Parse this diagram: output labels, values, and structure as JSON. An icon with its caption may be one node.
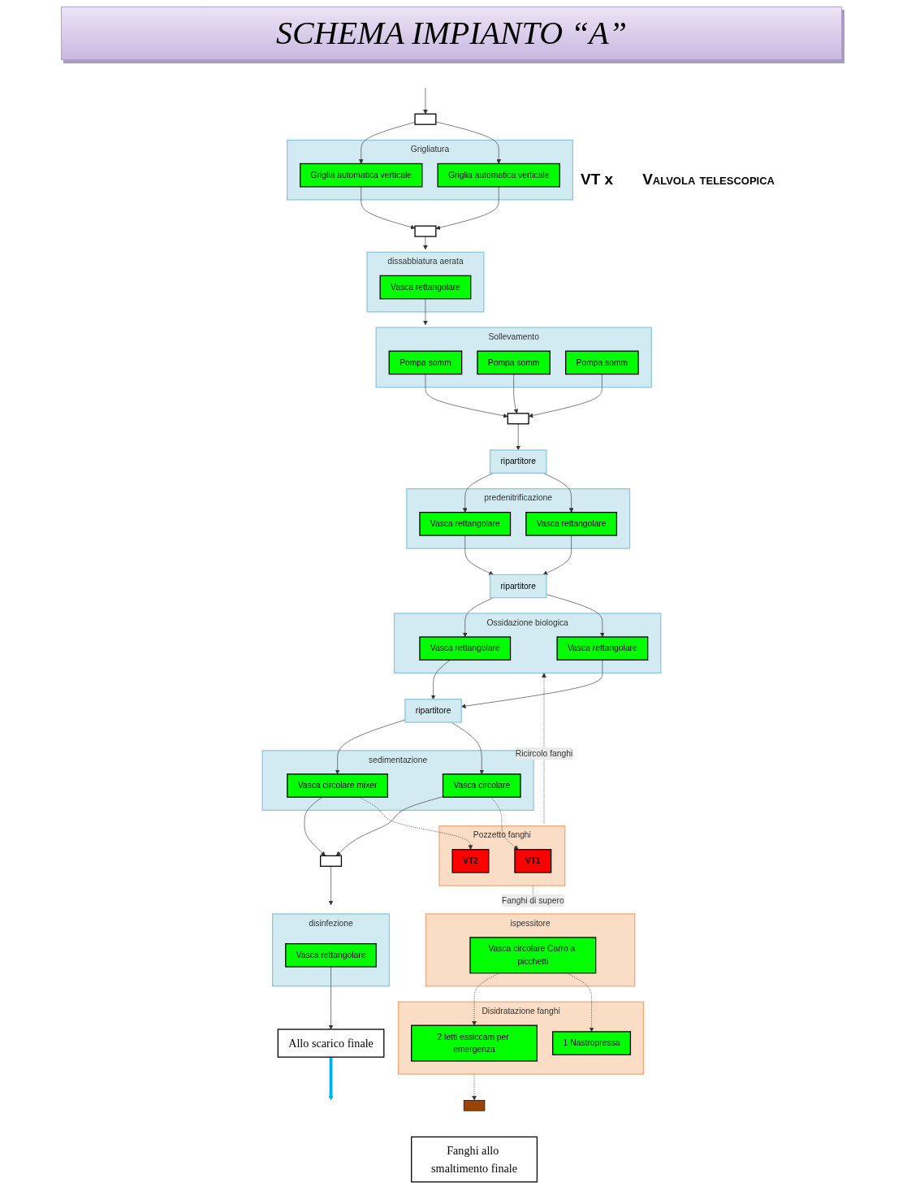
{
  "diagram": {
    "title": "SCHEMA IMPIANTO “A”",
    "nodes": [
      {
        "text": [],
        "shape": "bar"
      },
      {
        "text": [
          "Grigliatura"
        ]
      },
      {
        "text": [
          "Griglia automatica verticale"
        ],
        "in": 1
      },
      {
        "text": [
          "Griglia automatica verticale"
        ],
        "in": 1
      },
      {
        "text": [],
        "shape": "bar"
      },
      {
        "text": [
          "dissabbiatura aerata"
        ]
      },
      {
        "text": [
          "Vasca rettangolare"
        ],
        "in": 5
      },
      {
        "text": [
          "Sollevamento"
        ]
      },
      {
        "text": [
          "Pompa somm"
        ],
        "in": 7
      },
      {
        "text": [
          "Pompa somm"
        ],
        "in": 7
      },
      {
        "text": [
          "Pompa somm"
        ],
        "in": 7
      },
      {
        "text": [],
        "shape": "bar"
      },
      {
        "text": [
          "ripartitore"
        ]
      },
      {
        "text": [
          "predenitrificazione"
        ]
      },
      {
        "text": [
          "Vasca rettangolare"
        ],
        "in": 13
      },
      {
        "text": [
          "Vasca rettangolare"
        ],
        "in": 13
      },
      {
        "text": [
          "ripartitore"
        ]
      },
      {
        "text": [
          "Ossidazione biologica"
        ]
      },
      {
        "text": [
          "Vasca rettangolare"
        ],
        "in": 17
      },
      {
        "text": [
          "Vasca rettangolare"
        ],
        "in": 17
      },
      {
        "text": [
          "ripartitore"
        ]
      },
      {
        "text": [
          "sedimentazione"
        ]
      },
      {
        "text": [
          "Vasca circolare mixer"
        ],
        "in": 21
      },
      {
        "text": [
          "Vasca circolare"
        ],
        "in": 21
      },
      {
        "text": [
          "Pozzetto fanghi"
        ]
      },
      {
        "text": [
          "VT1"
        ],
        "in": 24
      },
      {
        "text": [
          "VT2"
        ],
        "in": 24
      },
      {
        "text": [],
        "shape": "bar"
      },
      {
        "text": [
          "disinfezione"
        ]
      },
      {
        "text": [
          "Vasca rettangolare"
        ],
        "in": 28
      },
      {
        "text": [
          "Allo scarico finale"
        ]
      },
      {
        "text": [
          "ispessitore"
        ]
      },
      {
        "text": [
          "Vasca circolare Carro a picchetti"
        ],
        "in": 31
      },
      {
        "text": [
          "Disidratazione fanghi"
        ]
      },
      {
        "text": [
          "2 letti essiccam per emergenza"
        ],
        "in": 33
      },
      {
        "text": [
          "1 Nastropressa"
        ],
        "in": 33
      },
      {
        "text": [],
        "shape": "box"
      },
      {
        "text": [
          "Fanghi allo smaltimento finale"
        ]
      }
    ],
    "edges": [
      {
        "from": null,
        "to": 0,
        "arrow": "to"
      },
      {
        "from": 0,
        "to": 2,
        "arrow": "to"
      },
      {
        "from": 0,
        "to": 3,
        "arrow": "to"
      },
      {
        "from": 2,
        "to": 4,
        "arrow": "to"
      },
      {
        "from": 3,
        "to": 4,
        "arrow": "to"
      },
      {
        "from": 4,
        "to": 5,
        "arrow": "to"
      },
      {
        "from": 6,
        "to": 7,
        "arrow": "to"
      },
      {
        "from": 8,
        "to": 11,
        "arrow": "to"
      },
      {
        "from": 9,
        "to": 11,
        "arrow": "to"
      },
      {
        "from": 10,
        "to": 11,
        "arrow": "to"
      },
      {
        "from": 11,
        "to": 12,
        "arrow": "to"
      },
      {
        "from": 12,
        "to": 14,
        "arrow": "to"
      },
      {
        "from": 12,
        "to": 15,
        "arrow": "to"
      },
      {
        "from": 14,
        "to": 16,
        "arrow": "to"
      },
      {
        "from": 15,
        "to": 16,
        "arrow": "to"
      },
      {
        "from": 16,
        "to": 18,
        "arrow": "to"
      },
      {
        "from": 16,
        "to": 19,
        "arrow": "to"
      },
      {
        "from": 18,
        "to": 20,
        "arrow": "to"
      },
      {
        "from": 19,
        "to": 20,
        "arrow": "to"
      },
      {
        "from": 20,
        "to": 22,
        "arrow": "to"
      },
      {
        "from": 20,
        "to": 23,
        "arrow": "to"
      },
      {
        "from": 22,
        "to": 27,
        "arrow": "to"
      },
      {
        "from": 23,
        "to": 27,
        "arrow": "to"
      },
      {
        "from": 23,
        "to": 25,
        "arrow": "to",
        "style": "dashed"
      },
      {
        "from": 22,
        "to": 26,
        "arrow": "to",
        "style": "dashed"
      },
      {
        "from": 24,
        "to": 17,
        "arrow": "to",
        "style": "dashed",
        "label": "Ricircolo fanghi"
      },
      {
        "from": 24,
        "to": 31,
        "arrow": "to",
        "style": "dashed",
        "label": "Fanghi di supero"
      },
      {
        "from": 27,
        "to": 28,
        "arrow": "to"
      },
      {
        "from": 29,
        "to": 30,
        "arrow": "to"
      },
      {
        "from": 30,
        "to": null,
        "arrow": "to",
        "color": "#00b0f0",
        "style": "thick"
      },
      {
        "from": 32,
        "to": 34,
        "arrow": "to",
        "style": "dashed"
      },
      {
        "from": 32,
        "to": 35,
        "arrow": "to",
        "style": "dashed"
      },
      {
        "from": 33,
        "to": 36,
        "arrow": "to",
        "style": "dashed"
      }
    ],
    "labels": [
      "VT x",
      "Valvola telescopica"
    ]
  }
}
